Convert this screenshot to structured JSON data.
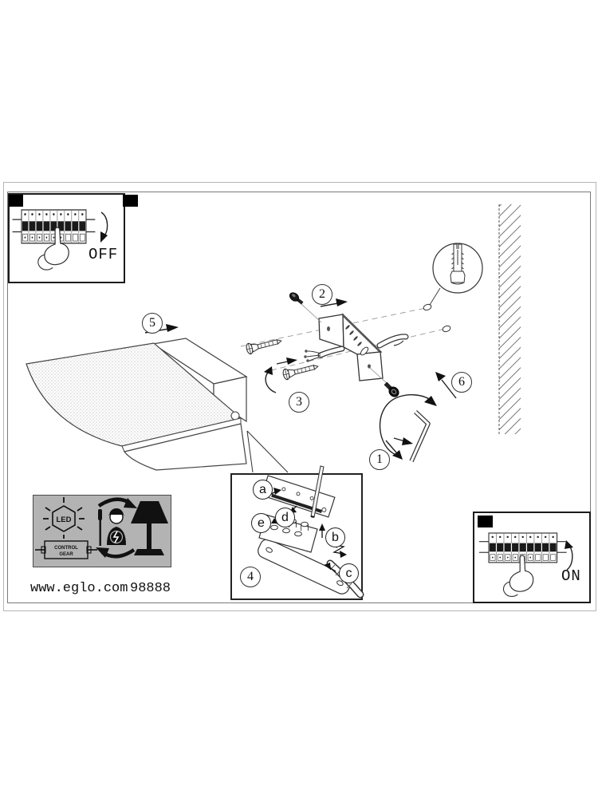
{
  "page": {
    "website": "www.eglo.com",
    "model_number": "98888"
  },
  "power_panels": {
    "off_label": "OFF",
    "on_label": "ON"
  },
  "step_markers": {
    "s1": "1",
    "s2": "2",
    "s3": "3",
    "s4": "4",
    "s5": "5",
    "s6": "6"
  },
  "wiring_markers": {
    "a": "a",
    "b": "b",
    "c": "c",
    "d": "d",
    "e": "e"
  },
  "pictograms": {
    "led_label": "LED",
    "control_gear_line1": "CONTROL",
    "control_gear_line2": "GEAR",
    "icons": [
      "circuit-breaker-off-icon",
      "circuit-breaker-on-icon",
      "wall-plug-anchor-icon",
      "led-control-gear-icon",
      "qualified-electrician-icon",
      "table-lamp-icon",
      "hex-key-icon",
      "screwdriver-icon"
    ]
  },
  "colors": {
    "line": "#333333",
    "black": "#111111",
    "pictogram_bg": "#b3b3b3",
    "frame_outer": "#b5b5b5",
    "frame_inner": "#7a7a7a"
  }
}
